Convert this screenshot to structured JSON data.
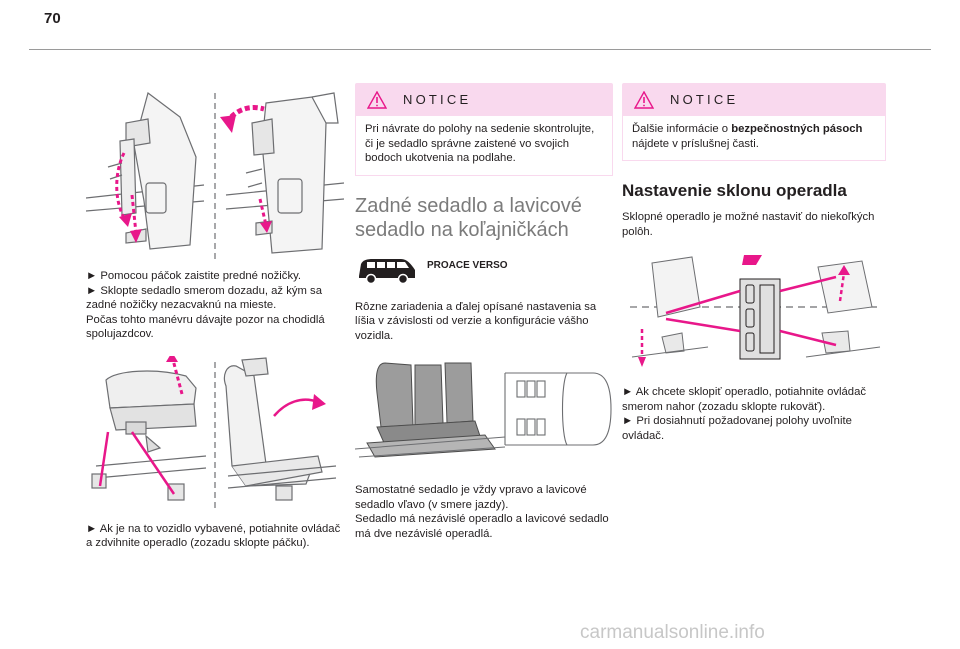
{
  "page": {
    "number": "70"
  },
  "col1": {
    "caption1": [
      "► Pomocou páčok zaistite predné nožičky.",
      "► Sklopte sedadlo smerom dozadu, až kým sa zadné nožičky nezacvaknú na mieste.",
      "Počas tohto manévru dávajte pozor na chodidlá spolujazdcov."
    ],
    "caption2": [
      "► Ak je na to vozidlo vybavené, potiahnite ovládač a zdvihnite operadlo (zozadu sklopte páčku)."
    ]
  },
  "col2": {
    "notice_title": "NOTICE",
    "notice_text": "Pri návrate do polohy na sedenie skontrolujte, či je sedadlo správne zaistené vo svojich bodoch ukotvenia na podlahe.",
    "heading": "Zadné sedadlo a lavicové sedadlo na koľajničkách",
    "car_label": "PROACE VERSO",
    "intro": "Rôzne zariadenia a ďalej opísané nastavenia sa líšia v závislosti od verzie a konfigurácie vášho vozidla.",
    "caption": [
      "Samostatné sedadlo je vždy vpravo a lavicové sedadlo vľavo (v smere jazdy).",
      "Sedadlo má nezávislé operadlo a lavicové sedadlo má dve nezávislé operadlá."
    ]
  },
  "col3": {
    "notice_title": "NOTICE",
    "notice_text_pre": "Ďalšie informácie o ",
    "notice_text_bold": "bezpečnostných pásoch",
    "notice_text_post": " nájdete v príslušnej časti.",
    "heading": "Nastavenie sklonu operadla",
    "intro": "Sklopné operadlo je možné nastaviť do niekoľkých polôh.",
    "caption": [
      "► Ak chcete sklopiť operadlo, potiahnite ovládač smerom nahor (zozadu sklopte rukoväť).",
      "► Pri dosiahnutí požadovanej polohy uvoľnite ovládač."
    ]
  },
  "footer": {
    "watermark": "carmanualsonline.info"
  },
  "colors": {
    "accent": "#e8178a",
    "notice_bg": "#f9d9ee",
    "heading_grey": "#7b7b7b"
  }
}
